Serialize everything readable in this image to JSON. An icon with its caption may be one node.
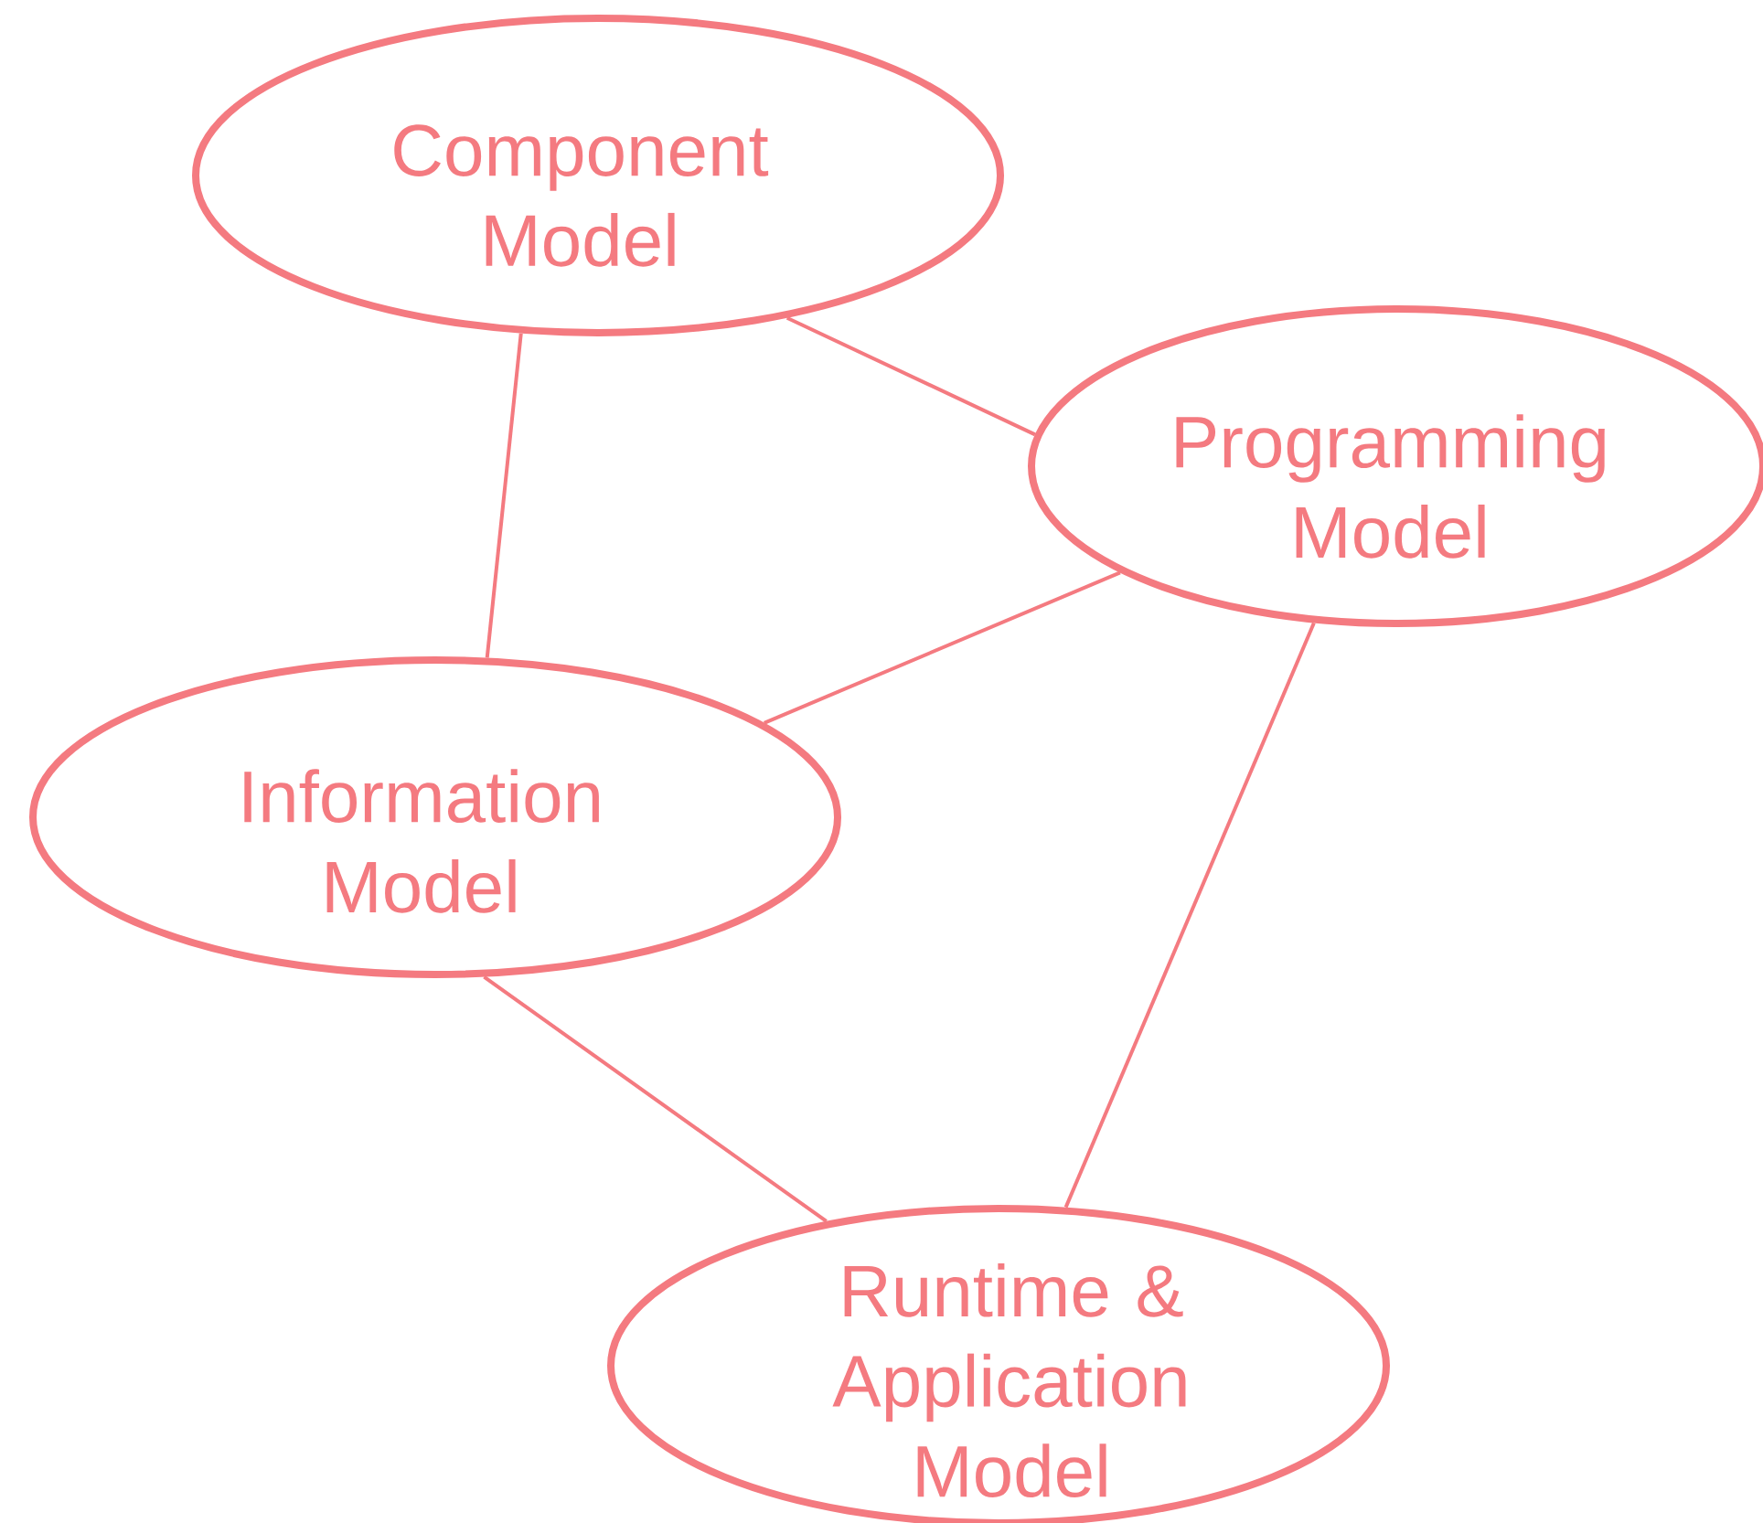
{
  "diagram": {
    "nodes": [
      {
        "text": [
          "Component Model"
        ]
      },
      {
        "text": [
          "Programming Model"
        ]
      },
      {
        "text": [
          "Information Model"
        ]
      },
      {
        "text": [
          "Runtime & Application Model"
        ]
      }
    ],
    "edges": [
      {
        "from": 0,
        "to": 2,
        "arrow": "none"
      },
      {
        "from": 0,
        "to": 1,
        "arrow": "none"
      },
      {
        "from": 1,
        "to": 2,
        "arrow": "none"
      },
      {
        "from": 2,
        "to": 3,
        "arrow": "none"
      },
      {
        "from": 1,
        "to": 3,
        "arrow": "none"
      }
    ]
  }
}
